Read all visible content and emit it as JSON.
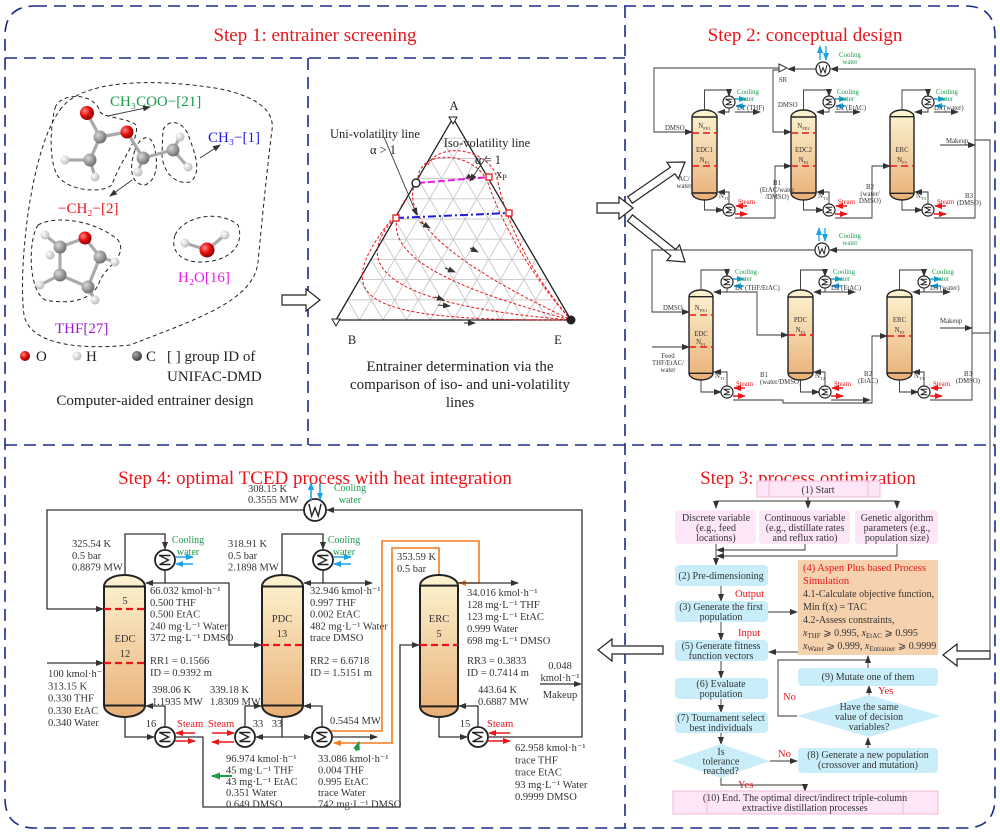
{
  "colors": {
    "title": "#e8161b",
    "frame": "#1b2a8a",
    "column_top": "#fdf4d2",
    "column_bottom": "#e9b077",
    "cooling": "#1aa3e8",
    "steam": "#e8161b",
    "heat_integration": "#f47c20",
    "pink_box": "#fde6f8",
    "cyan_box": "#c9eefa",
    "orange_box": "#f6d1ad"
  },
  "steps": {
    "s1": "Step 1: entrainer screening",
    "s2": "Step 2: conceptual design",
    "s3": "Step 3: process optimization",
    "s4": "Step 4: optimal TCED process with heat integration"
  },
  "step1": {
    "groups": {
      "ch3coo": "CH₃COO−[21]",
      "ch3": "CH₃−[1]",
      "ch2": "−CH₂−[2]",
      "h2o": "H₂O[16]",
      "thf": "THF[27]"
    },
    "legend": {
      "o": "O",
      "h": "H",
      "c": "C",
      "group1": "[ ] group ID of",
      "group2": "UNIFAC-DMD"
    },
    "caption": "Computer-aided entrainer design",
    "ternary": {
      "vertex_a": "A",
      "vertex_b": "B",
      "vertex_e": "E",
      "uni_label": "Uni-volatility line",
      "uni_alpha": "α > 1",
      "iso_label": "Iso-volatility line",
      "iso_alpha": "α = 1",
      "xp": "x",
      "xp_sub": "P",
      "caption": [
        "Entrainer determination via the",
        "comparison of iso- and uni-volatility",
        "lines"
      ]
    }
  },
  "step2": {
    "n": "N",
    "cooling": [
      "Cooling",
      "water"
    ],
    "steam": "Steam",
    "direct": {
      "columns": [
        {
          "name": "EDC1",
          "nfe": "FE1",
          "nf": "F1",
          "nt": "T1"
        },
        {
          "name": "EDC2",
          "nfe": "FE2",
          "nf": "F2",
          "nt": "T2"
        },
        {
          "name": "ERC",
          "nf": "F3",
          "nt": "T3"
        }
      ],
      "d1": "D1 (THF)",
      "d2": "D2 (EtAC)",
      "d3": "D3 (water)",
      "b1": [
        "B1",
        "(EtAC/water",
        "/DMSO)"
      ],
      "b2": [
        "B2",
        "(water/",
        "DMSO)"
      ],
      "b3": [
        "B3",
        "(DMSO)"
      ],
      "dmso1": "DMSO",
      "dmso2": "DMSO",
      "sr": "SR",
      "makeup": "Makeup",
      "feed": [
        "AC/",
        "water"
      ]
    },
    "indirect": {
      "columns": [
        {
          "name": "EDC",
          "nfe": "FE1",
          "nf": "F1",
          "nt": "T1"
        },
        {
          "name": "PDC",
          "nf": "F2",
          "nt": "T2"
        },
        {
          "name": "ERC",
          "nf": "F3",
          "nt": "T3"
        }
      ],
      "d1": "D1 (THF/EtAC)",
      "d2": "D2 (EtAC)",
      "d3": "D3 (water)",
      "b1": [
        "B1",
        "(water/DMSO)"
      ],
      "b2": [
        "B2",
        "(EtAC)"
      ],
      "b3": [
        "B3",
        "(DMSO)"
      ],
      "dmso": "DMSO",
      "makeup": "Makeup",
      "feed": [
        "Feed",
        "THF/EtAC/",
        "water"
      ]
    }
  },
  "step3": {
    "start": "(1) Start",
    "discrete": [
      "Discrete variable",
      "(e.g., feed",
      "locations)"
    ],
    "continuous": [
      "Continuous variable",
      "(e.g., distillate rates",
      "and reflux ratio)"
    ],
    "genetic": [
      "Genetic algorithm",
      "parameters (e.g.,",
      "population size)"
    ],
    "predim": "(2) Pre-dimensioning",
    "first": [
      "(3) Generate the first",
      "population"
    ],
    "aspen_title": [
      "(4) Aspen Plus based Process",
      "Simulation"
    ],
    "aspen_lines": [
      "4.1-Calculate objective function,",
      "Min f(x) = TAC",
      "4.2-Assess constraints,"
    ],
    "constraints": [
      [
        {
          "v": "x",
          "s": "THF",
          "r": " ⩾ 0.995, "
        },
        {
          "v": "x",
          "s": "EtAC",
          "r": " ⩾ 0.995"
        }
      ],
      [
        {
          "v": "x",
          "s": "Water",
          "r": " ⩾ 0.999, "
        },
        {
          "v": "x",
          "s": "Entrainer",
          "r": " ⩾ 0.9999"
        }
      ]
    ],
    "fitness": [
      "(5) Generate fitness",
      "function vectors"
    ],
    "evaluate": [
      "(6) Evaluate",
      "population"
    ],
    "tournament": [
      "(7) Tournament select",
      "best individuals"
    ],
    "tolerance": [
      "Is",
      "tolerance",
      "reached?"
    ],
    "newpop": [
      "(8) Generate a new population",
      "(crossover and mutation)"
    ],
    "same": [
      "Have the same",
      "value of decision",
      "variables?"
    ],
    "mutate": "(9) Mutate one of them",
    "end": [
      "(10) End. The optimal direct/indirect triple-column",
      "extractive distillation processes"
    ],
    "output": "Output",
    "input": "Input",
    "no1": "No",
    "no2": "No",
    "yes1": "Yes",
    "yes2": "Yes"
  },
  "step4": {
    "cooling": [
      "Cooling",
      "water"
    ],
    "steam": "Steam",
    "cooler": [
      "308.15 K",
      "0.3555 MW"
    ],
    "feed": [
      "100 kmol·h⁻¹",
      "313.15 K",
      "0.330 THF",
      "0.330 EtAC",
      "0.340 Water"
    ],
    "edc": {
      "name": "EDC",
      "stage_top": "5",
      "stage_feed": "12",
      "top": [
        "325.54 K",
        "0.5 bar",
        "0.8879 MW"
      ],
      "distillate": [
        "66.032 kmol·h⁻¹",
        "0.500 THF",
        "0.500 EtAC",
        "240 mg·L⁻¹ Water",
        "372 mg·L⁻¹ DMSO"
      ],
      "rr": "RR1 = 0.1566",
      "id": "ID = 0.9392 m",
      "bottom": [
        "398.06 K",
        "1.1935 MW"
      ],
      "reb_stage": "16",
      "bottoms": [
        "96.974 kmol·h⁻¹",
        "45 mg·L⁻¹ THF",
        "43 mg·L⁻¹ EtAC",
        "0.351 Water",
        "0.649 DMSO"
      ]
    },
    "pdc": {
      "name": "PDC",
      "stage_feed": "13",
      "top": [
        "318.91 K",
        "0.5 bar",
        "2.1898 MW"
      ],
      "distillate": [
        "32.946 kmol·h⁻¹",
        "0.997 THF",
        "0.002 EtAC",
        "482 mg·L⁻¹ Water",
        "trace DMSO"
      ],
      "rr": "RR2 = 6.6718",
      "id": "ID = 1.5151 m",
      "bottom": [
        "339.18 K",
        "1.8309 MW"
      ],
      "reb_stage": "33",
      "hx_stage": "33",
      "hx_duty": "0.5454 MW",
      "product": [
        "33.086 kmol·h⁻¹",
        "0.004 THF",
        "0.995 EtAC",
        "trace Water",
        "742 mg·L⁻¹ DMSO"
      ]
    },
    "erc": {
      "name": "ERC",
      "stage_feed": "5",
      "top": [
        "353.59 K",
        "0.5 bar"
      ],
      "distillate": [
        "34.016 kmol·h⁻¹",
        "128 mg·L⁻¹ THF",
        "123 mg·L⁻¹ EtAC",
        "0.999 Water",
        "698 mg·L⁻¹ DMSO"
      ],
      "rr": "RR3 = 0.3833",
      "id": "ID = 0.7414 m",
      "bottom": [
        "443.64 K",
        "0.6887 MW"
      ],
      "reb_stage": "15",
      "bottoms": [
        "62.958 kmol·h⁻¹",
        "trace THF",
        "trace EtAC",
        "93 mg·L⁻¹ Water",
        "0.9999 DMSO"
      ]
    },
    "makeup": [
      "0.048",
      "kmol·h⁻¹",
      "Makeup"
    ]
  }
}
